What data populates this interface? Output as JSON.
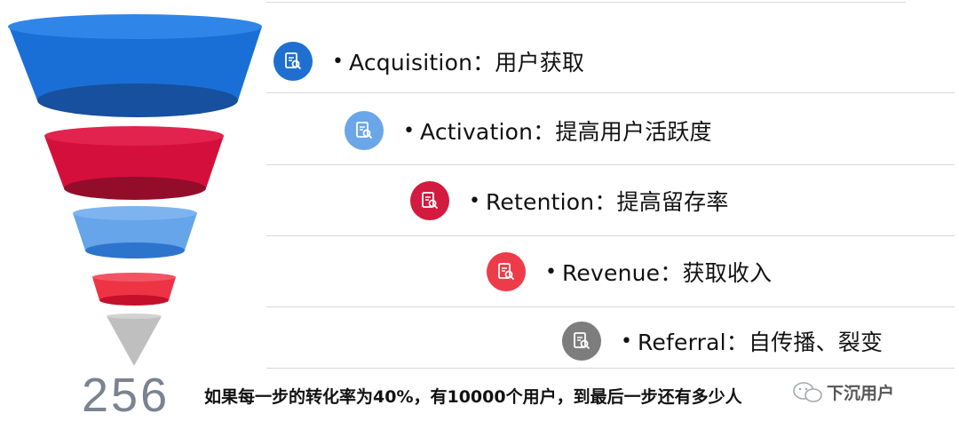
{
  "stages": [
    {
      "label": "Acquisition：用户获取",
      "icon": "checklist-search-icon",
      "color": "#1f6fd1"
    },
    {
      "label": "Activation：提高用户活跃度",
      "icon": "checklist-search-icon",
      "color": "#6aa6e8"
    },
    {
      "label": "Retention：提高留存率",
      "icon": "checklist-search-icon",
      "color": "#d31a3f"
    },
    {
      "label": "Revenue：获取收入",
      "icon": "checklist-search-icon",
      "color": "#ee3b4a"
    },
    {
      "label": "Referral：自传播、裂变",
      "icon": "checklist-search-icon",
      "color": "#7d7d7d"
    }
  ],
  "bullet": "•",
  "bottom": {
    "number": "256",
    "question": "如果每一步的转化率为40%，有10000个用户，到最后一步还有多少人"
  },
  "watermark": {
    "text": "下沉用户"
  }
}
